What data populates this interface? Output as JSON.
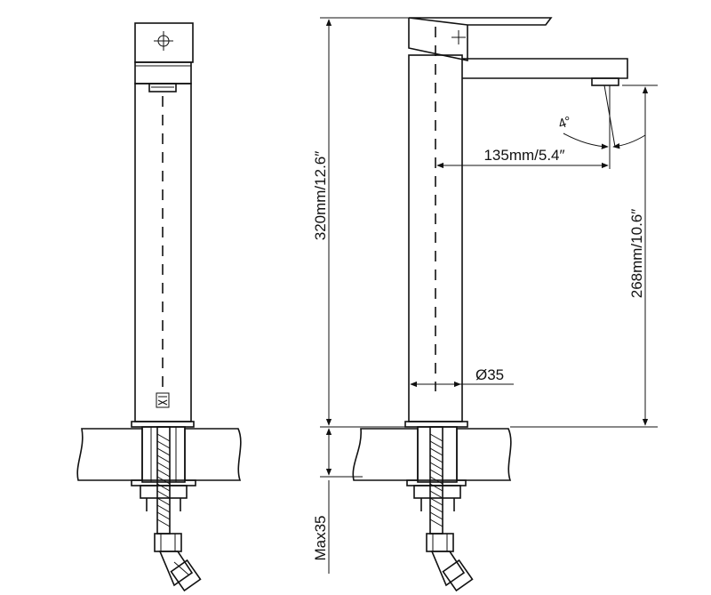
{
  "dimensions": {
    "total_height": "320mm/12.6″",
    "spout_height": "268mm/10.6″",
    "spout_reach": "135mm/5.4″",
    "base_diameter": "Ø35",
    "spout_angle": "4°",
    "max_counter_thickness": "Max35"
  }
}
